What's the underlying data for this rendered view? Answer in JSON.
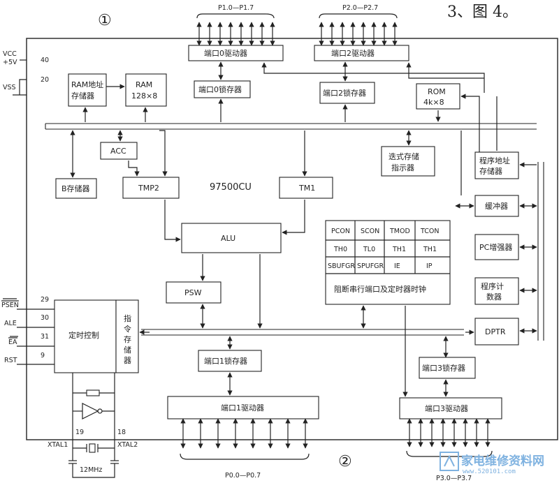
{
  "header": {
    "circle1": "①",
    "fig_ref": "3、图 4。",
    "circle2": "②"
  },
  "ports": {
    "p1_label": "P1.0—P1.7",
    "p2_label": "P2.0—P2.7",
    "p0_label": "P0.0—P0.7",
    "p3_label": "P3.0—P3.7"
  },
  "power": {
    "vcc": "VCC",
    "vcc_v": "+5V",
    "vcc_pin": "40",
    "vss": "VSS",
    "vss_pin": "20"
  },
  "blocks": {
    "port0_driver": "端口0驱动器",
    "port0_latch": "端口0锁存器",
    "port2_driver": "端口2驱动器",
    "port2_latch": "端口2锁存器",
    "ram_addr": [
      "RAM地址",
      "存储器"
    ],
    "ram": [
      "RAM",
      "128×8"
    ],
    "rom": [
      "ROM",
      "4k×8"
    ],
    "acc": "ACC",
    "b_reg": "B存储器",
    "tmp2": "TMP2",
    "tm1": "TM1",
    "chip_name": "97500CU",
    "stack_ptr": [
      "迭式存储",
      "指示器"
    ],
    "prog_addr": [
      "程序地址",
      "存储器"
    ],
    "buffer": "缓冲器",
    "pc_inc": "PC增强器",
    "prog_counter": [
      "程序计",
      "数器"
    ],
    "dptr": "DPTR",
    "alu": "ALU",
    "psw": "PSW",
    "timing_ctrl": "定时控制",
    "instr_reg": [
      "指",
      "令",
      "存",
      "储",
      "器"
    ],
    "port1_latch": "端口1锁存器",
    "port1_driver": "端口1驱动器",
    "port3_latch": "端口3锁存器",
    "port3_driver": "端口3驱动器",
    "sfr_caption": "阻断串行端口及定时器时钟"
  },
  "sfr": [
    [
      "PCON",
      "SCON",
      "TMOD",
      "TCON"
    ],
    [
      "TH0",
      "TL0",
      "TH1",
      "TH1"
    ],
    [
      "SBUFGR",
      "SPUFGR",
      "IE",
      "IP"
    ]
  ],
  "pins": [
    {
      "name": "PSEN",
      "num": "29",
      "overline": true
    },
    {
      "name": "ALE",
      "num": "30",
      "overline": false
    },
    {
      "name": "EA",
      "num": "31",
      "overline": true
    },
    {
      "name": "RST",
      "num": "9",
      "overline": false
    }
  ],
  "clock": {
    "pin19": "19",
    "pin18": "18",
    "xtal1": "XTAL1",
    "xtal2": "XTAL2",
    "freq": "12MHz"
  },
  "watermark": {
    "site": "家电维修资料网",
    "url": "www.520101.com"
  }
}
